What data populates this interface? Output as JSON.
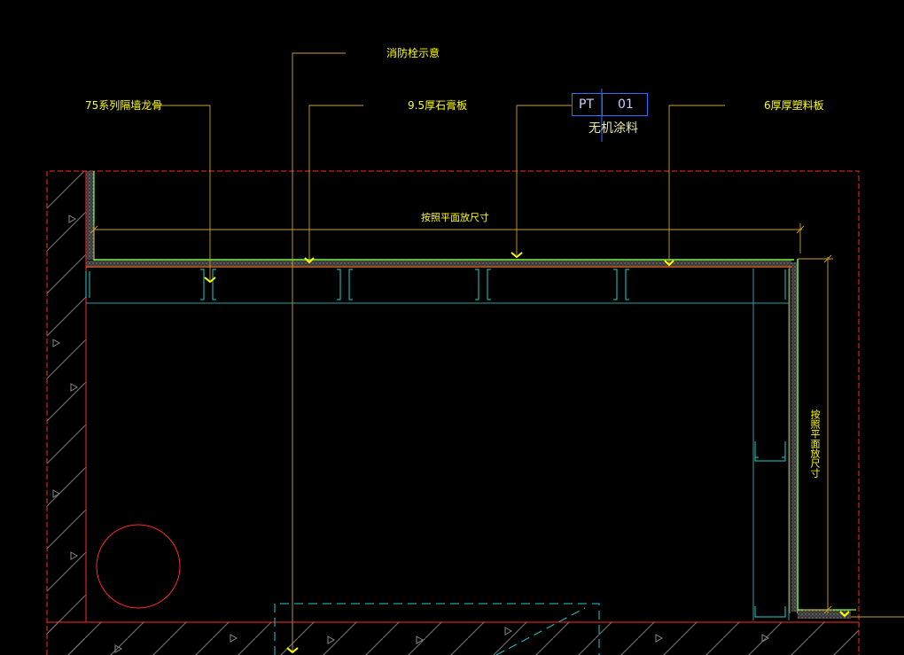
{
  "labels": {
    "fire_hydrant": "消防栓示意",
    "stud": "75系列隔墙龙骨",
    "gypsum": "9.5厚石膏板",
    "plastic_board": "6厚厚塑料板",
    "paint_code": "PT",
    "paint_no": "01",
    "paint_name": "无机涂料",
    "dim_horizontal": "按照平面放尺寸",
    "dim_vertical": "按照平面放尺寸"
  },
  "colors": {
    "background": "#000000",
    "boundary": "#ff2a2a",
    "leader": "#c8a030",
    "text": "#ffff00",
    "finish_green": "#7cff3a",
    "finish_orange": "#d2691e",
    "structure_cyan": "#22cccc",
    "tag_border": "#2a6fff",
    "hatch": "#8a8a8a"
  }
}
